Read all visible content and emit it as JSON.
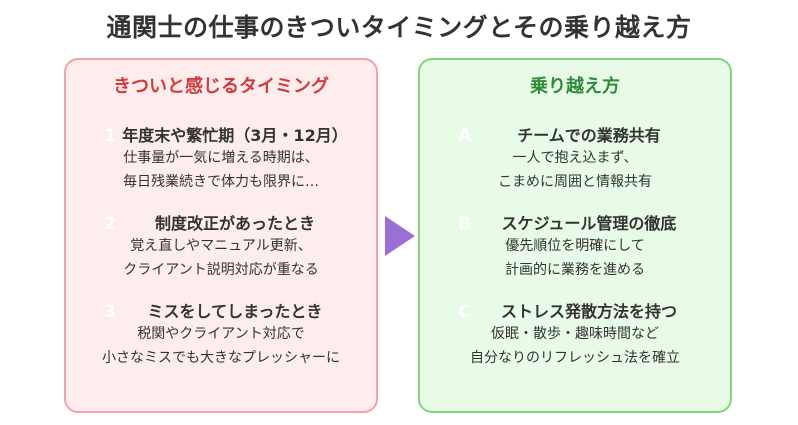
{
  "title": "通関士の仕事のきついタイミングとその乗り越え方",
  "left_panel": {
    "header": "きついと感じるタイミング",
    "items": [
      {
        "marker": "1",
        "heading": "年度末や繁忙期（3月・12月）",
        "lines": [
          "仕事量が一気に増える時期は、",
          "毎日残業続きで体力も限界に…"
        ]
      },
      {
        "marker": "2",
        "heading": "制度改正があったとき",
        "lines": [
          "覚え直しやマニュアル更新、",
          "クライアント説明対応が重なる"
        ]
      },
      {
        "marker": "3",
        "heading": "ミスをしてしまったとき",
        "lines": [
          "税関やクライアント対応で",
          "小さなミスでも大きなプレッシャーに"
        ]
      }
    ]
  },
  "right_panel": {
    "header": "乗り越え方",
    "items": [
      {
        "marker": "A",
        "heading": "チームでの業務共有",
        "lines": [
          "一人で抱え込まず、",
          "こまめに周囲と情報共有"
        ]
      },
      {
        "marker": "B",
        "heading": "スケジュール管理の徹底",
        "lines": [
          "優先順位を明確にして",
          "計画的に業務を進める"
        ]
      },
      {
        "marker": "C",
        "heading": "ストレス発散方法を持つ",
        "lines": [
          "仮眠・散歩・趣味時間など",
          "自分なりのリフレッシュ法を確立"
        ]
      }
    ]
  },
  "colors": {
    "left_accent": "#d33a3a",
    "right_accent": "#2e8b3a",
    "arrow": "#9b6fd6"
  }
}
